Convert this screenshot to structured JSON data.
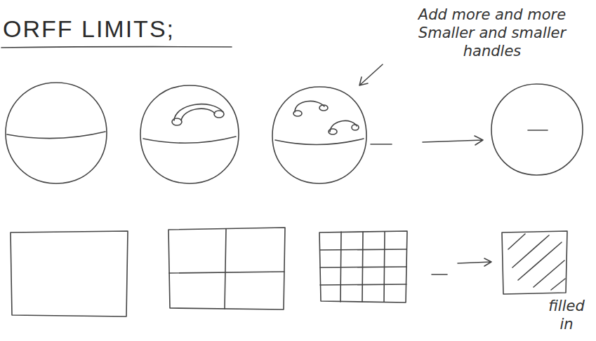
{
  "diagram": {
    "title": "ORFF LIMITS;",
    "labels": [
      "Add more and more Smaller and smaller handles",
      "filled in"
    ]
  }
}
